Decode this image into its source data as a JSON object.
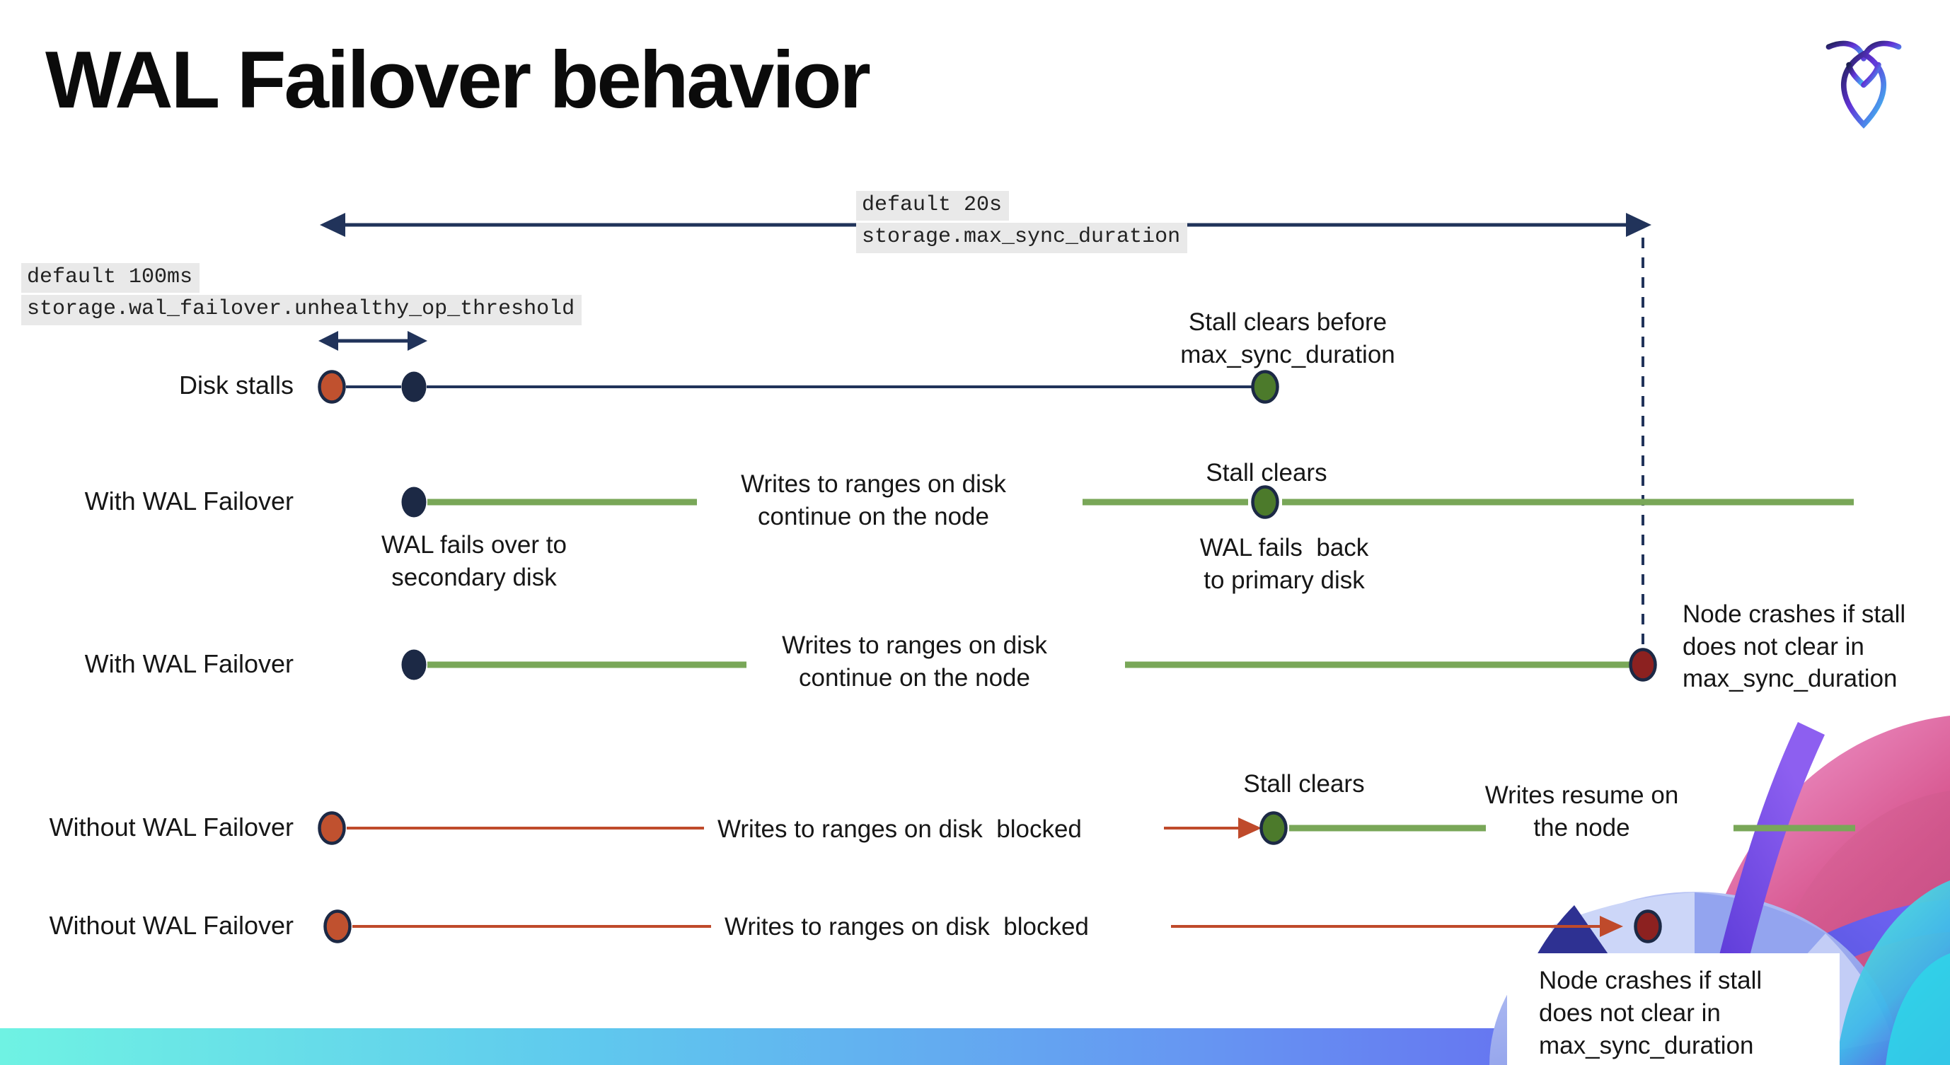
{
  "header": {
    "title": "WAL Failover behavior",
    "logo": "cockroachdb-logo"
  },
  "config_labels": {
    "max_sync_duration": {
      "default": "default 20s",
      "setting": "storage.max_sync_duration"
    },
    "unhealthy_op_threshold": {
      "default": "default 100ms",
      "setting": "storage.wal_failover.unhealthy_op_threshold"
    }
  },
  "rows": [
    {
      "label": "Disk stalls",
      "stall_clears": [
        "Stall clears before",
        "max_sync_duration"
      ]
    },
    {
      "label": "With WAL Failover",
      "writes": [
        "Writes to ranges on disk",
        "continue on the node"
      ],
      "stall_clears": "Stall clears",
      "failover": [
        "WAL fails over to",
        "secondary disk"
      ],
      "failback": [
        "WAL fails  back",
        "to primary disk"
      ]
    },
    {
      "label": "With WAL Failover",
      "writes": [
        "Writes to ranges on disk",
        "continue on the node"
      ],
      "crash": [
        "Node crashes if stall",
        "does not clear in",
        "max_sync_duration"
      ]
    },
    {
      "label": "Without WAL Failover",
      "blocked": "Writes to ranges on disk  blocked",
      "stall_clears": "Stall clears",
      "resume": [
        "Writes resume on",
        "the node"
      ]
    },
    {
      "label": "Without WAL Failover",
      "blocked": "Writes to ranges on disk  blocked",
      "crash": [
        "Node crashes if stall",
        "does not clear in",
        "max_sync_duration"
      ]
    }
  ],
  "colors": {
    "navy_line": "#21335a",
    "navy_dot": "#1c2945",
    "green_line": "#79a758",
    "green_dot": "#4c7a2b",
    "red_line": "#bf4a2b",
    "red_dot": "#c0512f",
    "dark_red_dot": "#8c2120",
    "code_label_bg": "#e9e9e9",
    "bottom_bar_gradient": [
      "#6ff2e3",
      "#5fc9ee",
      "#6695f2",
      "#6d3ce9"
    ]
  }
}
